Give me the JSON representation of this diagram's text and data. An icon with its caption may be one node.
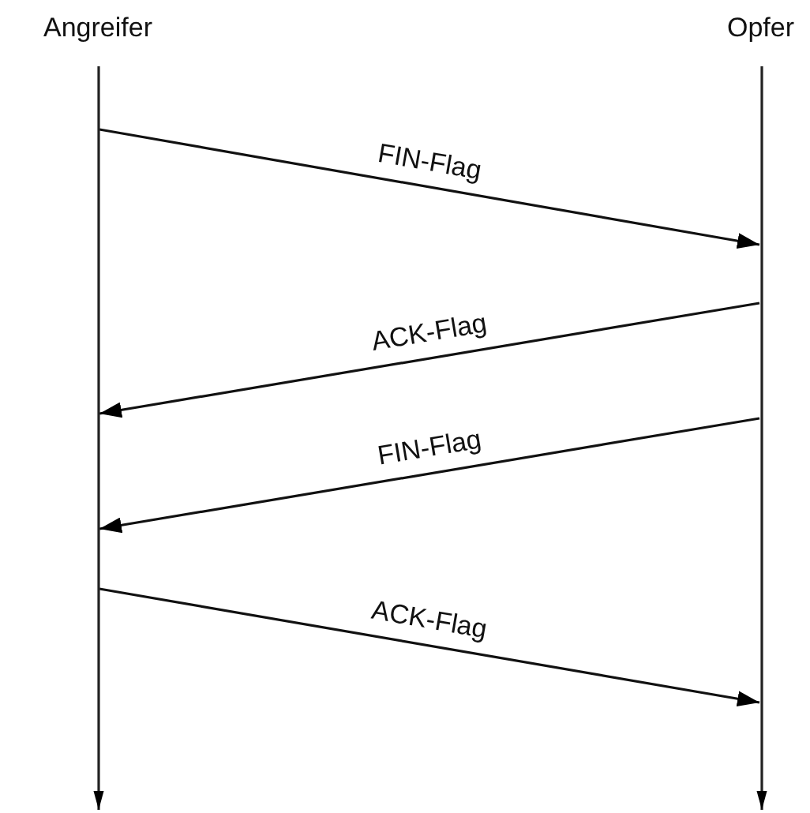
{
  "diagram": {
    "nodes": [
      {
        "text": [
          "Angreifer"
        ]
      },
      {
        "text": [
          "Opfer"
        ]
      }
    ],
    "edges": [
      {
        "from": 0,
        "to": 1,
        "arrow": "to",
        "label": "FIN-Flag"
      },
      {
        "from": 1,
        "to": 0,
        "arrow": "to",
        "label": "ACK-Flag"
      },
      {
        "from": 1,
        "to": 0,
        "arrow": "to",
        "label": "FIN-Flag"
      },
      {
        "from": 0,
        "to": 1,
        "arrow": "to",
        "label": "ACK-Flag"
      }
    ]
  }
}
